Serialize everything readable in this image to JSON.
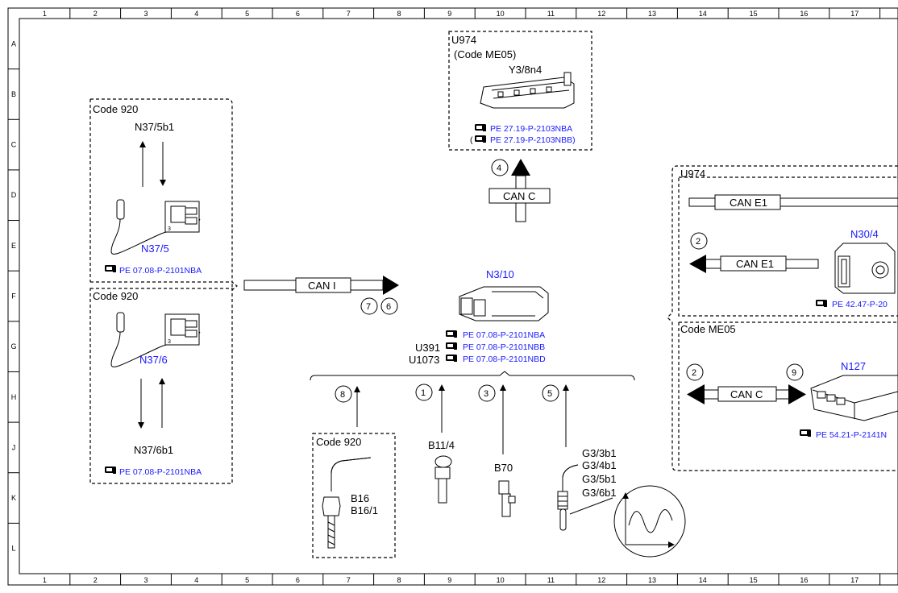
{
  "frame": {
    "columns": [
      "1",
      "2",
      "3",
      "4",
      "5",
      "6",
      "7",
      "8",
      "9",
      "10",
      "11",
      "12",
      "13",
      "14",
      "15",
      "16",
      "17"
    ],
    "rows": [
      "A",
      "B",
      "C",
      "D",
      "E",
      "F",
      "G",
      "H",
      "J",
      "K",
      "L"
    ]
  },
  "ref_icon": "pointing-hand-icon",
  "colors": {
    "reference_text": "#1a1aff",
    "lines": "#000000"
  },
  "box_920_top": {
    "title": "Code 920",
    "signal_label": "N37/5b1",
    "component": "N37/5",
    "ref": "PE 07.08-P-2101NBA"
  },
  "box_920_bottom": {
    "title": "Code 920",
    "component": "N37/6",
    "signal_label": "N37/6b1",
    "ref": "PE 07.08-P-2101NBA"
  },
  "can_i": {
    "label": "CAN I",
    "bubbles": [
      "7",
      "6"
    ]
  },
  "box_u974_top": {
    "title": "U974",
    "subtitle": "(Code ME05)",
    "component": "Y3/8n4",
    "ref1": "PE 27.19-P-2103NBA",
    "ref2_prefix": "(",
    "ref2": "PE 27.19-P-2103NBB)"
  },
  "can_c_top": {
    "label": "CAN C",
    "bubble": "4"
  },
  "ecu": {
    "component": "N3/10",
    "ref1": "PE 07.08-P-2101NBA",
    "ref2": "PE 07.08-P-2101NBB",
    "ref3": "PE 07.08-P-2101NBD",
    "label_u391": "U391",
    "label_u1073": "U1073"
  },
  "sensors": {
    "bubble_8": "8",
    "bubble_1": "1",
    "bubble_3": "3",
    "bubble_5": "5",
    "b16_box_title": "Code 920",
    "b16": "B16",
    "b16_1": "B16/1",
    "b11_4": "B11/4",
    "b70": "B70",
    "g3_3b1": "G3/3b1",
    "g3_4b1": "G3/4b1",
    "g3_5b1": "G3/5b1",
    "g3_6b1": "G3/6b1"
  },
  "right_panel": {
    "title": "U974",
    "can_e1_top": "CAN E1",
    "can_e1": "CAN E1",
    "bubble_2a": "2",
    "n30_4": "N30/4",
    "n30_4_ref": "PE 42.47-P-20",
    "code_me05": "Code ME05",
    "bubble_2b": "2",
    "bubble_9": "9",
    "can_c": "CAN C",
    "n127": "N127",
    "n127_ref": "PE 54.21-P-2141N"
  }
}
